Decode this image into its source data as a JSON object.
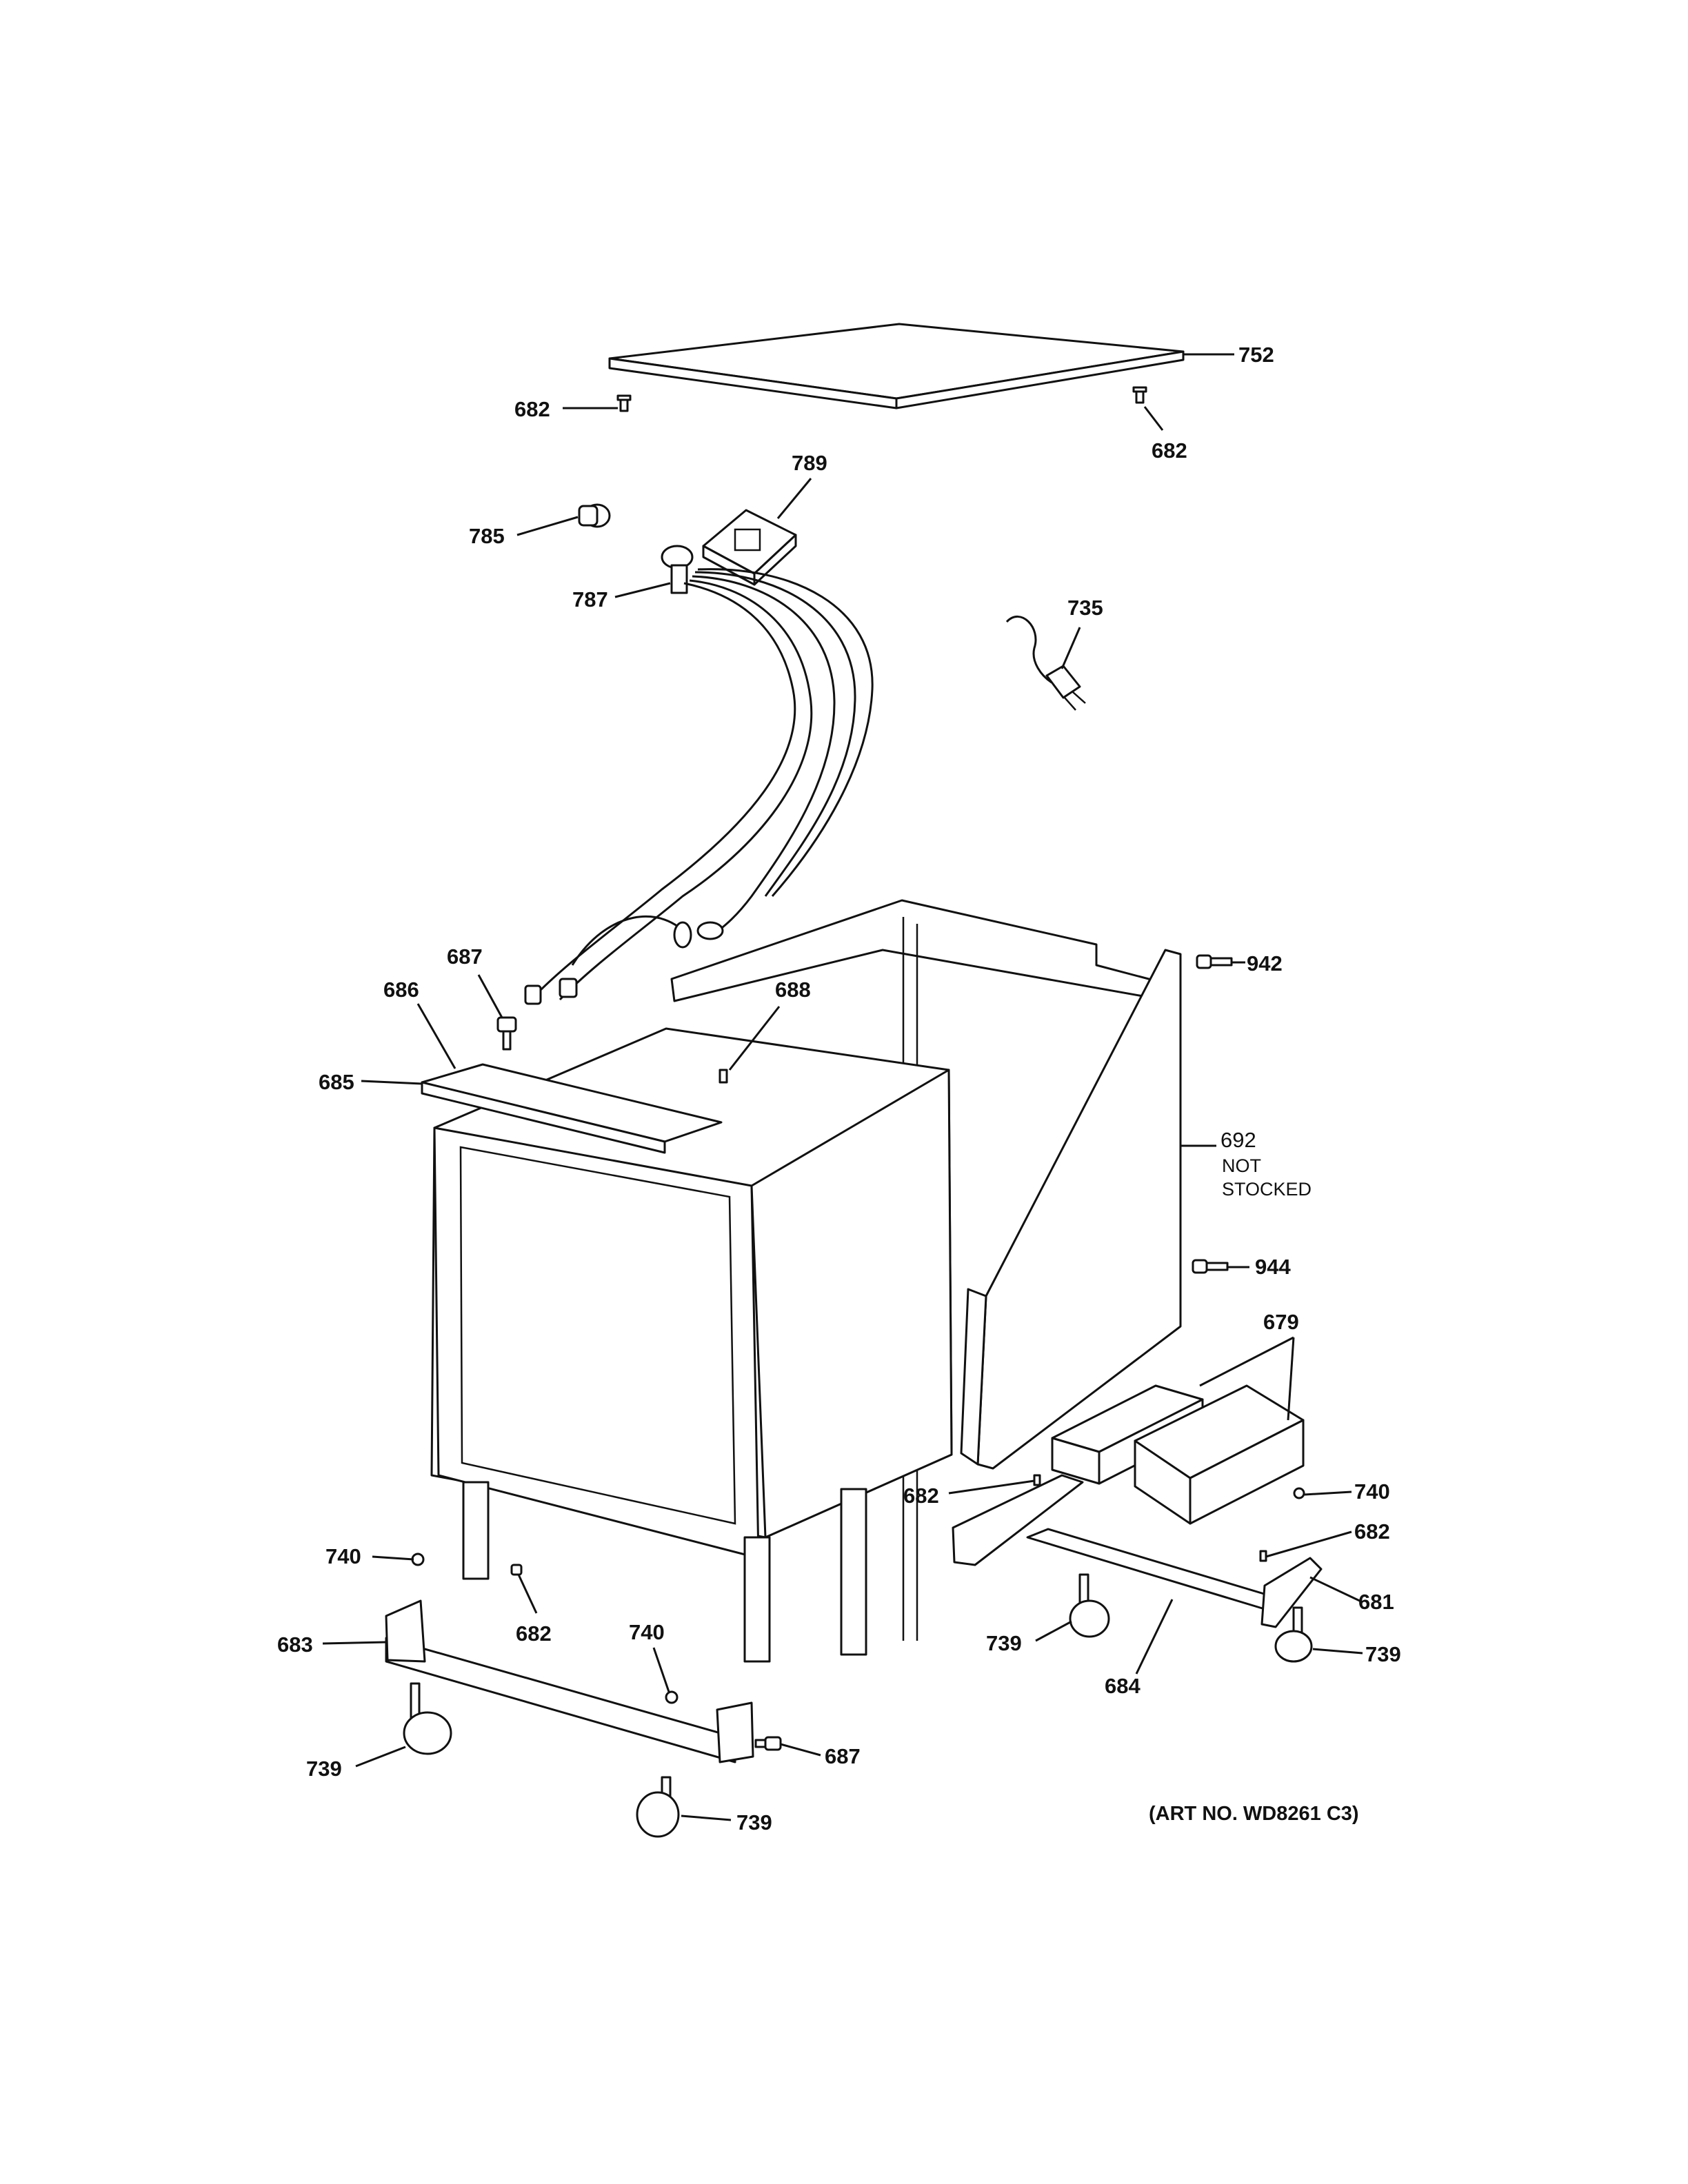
{
  "callouts": {
    "c752": "752",
    "c682_top_left": "682",
    "c682_top_right": "682",
    "c789": "789",
    "c785": "785",
    "c787": "787",
    "c735": "735",
    "c687_upper": "687",
    "c686": "686",
    "c688": "688",
    "c685": "685",
    "c942": "942",
    "c692": "692",
    "c692_note1": "NOT",
    "c692_note2": "STOCKED",
    "c944": "944",
    "c679": "679",
    "c682_mid": "682",
    "c740_right": "740",
    "c682_right": "682",
    "c681": "681",
    "c740_left": "740",
    "c682_lower": "682",
    "c683": "683",
    "c740_mid": "740",
    "c739_right_a": "739",
    "c739_right_b": "739",
    "c684": "684",
    "c687_lower": "687",
    "c739_left": "739",
    "c739_bottom": "739"
  },
  "art_number": "(ART NO. WD8261 C3)"
}
